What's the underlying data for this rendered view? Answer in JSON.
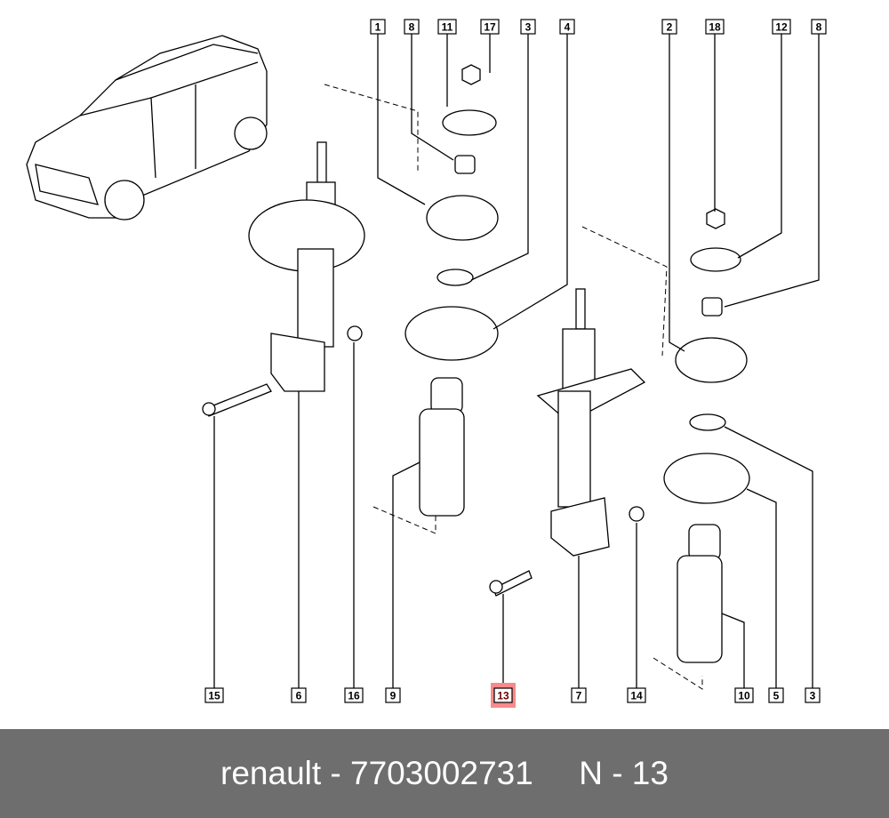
{
  "diagram": {
    "top_labels": [
      "1",
      "8",
      "11",
      "17",
      "3",
      "4",
      "2",
      "18",
      "12",
      "8"
    ],
    "bottom_labels": [
      "15",
      "6",
      "16",
      "9",
      "13",
      "7",
      "14",
      "10",
      "5",
      "3"
    ],
    "highlighted_label": "13",
    "highlight_color": "#f88a8a"
  },
  "footer": {
    "text": "renault - 7703002731     N - 13"
  }
}
